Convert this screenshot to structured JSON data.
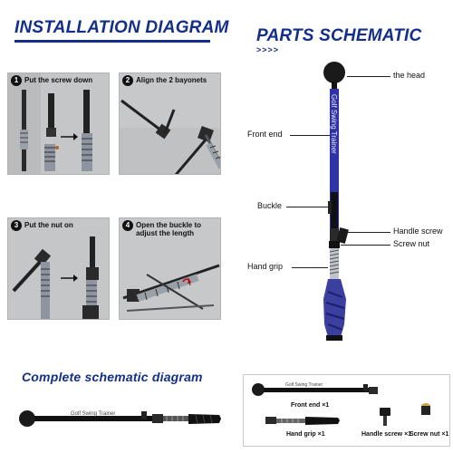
{
  "installation": {
    "title": "INSTALLATION DIAGRAM",
    "steps": [
      {
        "number": "1",
        "text": "Put the screw down"
      },
      {
        "number": "2",
        "text": "Align the 2 bayonets"
      },
      {
        "number": "3",
        "text": "Put the nut on"
      },
      {
        "number": "4",
        "text": "Open the buckle to adjust the length"
      }
    ]
  },
  "parts": {
    "title": "PARTS SCHEMATIC",
    "arrows": ">>>>",
    "shaft_text": "Golf Swing Trainer",
    "labels": {
      "head": "the head",
      "front_end": "Front end",
      "buckle": "Buckle",
      "handle_screw": "Handle screw",
      "screw_nut": "Screw nut",
      "hand_grip": "Hand grip"
    }
  },
  "complete": {
    "title": "Complete schematic diagram",
    "shaft_text": "Golf Swing Trainer"
  },
  "parts_box": {
    "front_end": "Front end ×1",
    "hand_grip": "Hand grip ×1",
    "handle_screw": "Handle screw ×1",
    "screw_nut": "Screw nut ×1"
  },
  "colors": {
    "title_blue": "#142f8a",
    "shaft_blue": "#2f33a8",
    "grip_blue": "#3a3fa0",
    "black": "#111111",
    "photo_gray": "#c9cbcd"
  }
}
